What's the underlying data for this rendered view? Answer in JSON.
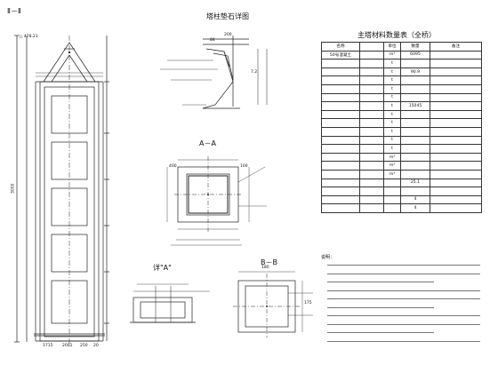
{
  "section_11": {
    "title": "Ⅱ－Ⅱ"
  },
  "view_a": {
    "title": "塔柱垫石详图"
  },
  "view_aa": {
    "title": "A－A"
  },
  "view_a_detail": {
    "title": "详\"A\""
  },
  "view_bb": {
    "title": "B－B"
  },
  "materials": {
    "title": "主塔材料数量表（全桥）",
    "headers": [
      "名称",
      "",
      "单位",
      "数量",
      "备注"
    ],
    "rows": [
      [
        "50号混凝土",
        "m³",
        "6095",
        ""
      ],
      [
        "",
        "t",
        "",
        ""
      ],
      [
        "",
        "t",
        "90.9",
        ""
      ],
      [
        "",
        "t",
        "",
        ""
      ],
      [
        "",
        "t",
        "",
        ""
      ],
      [
        "",
        "t",
        "",
        ""
      ],
      [
        "",
        "t",
        "15045",
        ""
      ],
      [
        "",
        "t",
        "",
        ""
      ],
      [
        "",
        "t",
        "",
        ""
      ],
      [
        "",
        "t",
        "",
        ""
      ],
      [
        "",
        "t",
        "",
        ""
      ],
      [
        "",
        "t",
        "",
        ""
      ],
      [
        "",
        "m³",
        "",
        ""
      ],
      [
        "",
        "m³",
        "",
        ""
      ],
      [
        "",
        "m³",
        "",
        ""
      ],
      [
        "",
        "",
        "25.1",
        ""
      ],
      [
        "",
        "",
        "",
        ""
      ],
      [
        "",
        "",
        "4",
        ""
      ],
      [
        "",
        "",
        "4",
        ""
      ]
    ]
  },
  "notes": {
    "title": "说明："
  },
  "dims": {
    "top_left": "△ 478.21",
    "left_total": "3000",
    "base_label": "2001",
    "bottom_1": "1715",
    "bottom_2": "250",
    "bottom_3": "20",
    "cap_a": "84",
    "cap_b": "200",
    "cap_c": "7.2",
    "aa_left": "400",
    "aa_right": "100",
    "bb_top": "180",
    "bb_right": "175"
  }
}
